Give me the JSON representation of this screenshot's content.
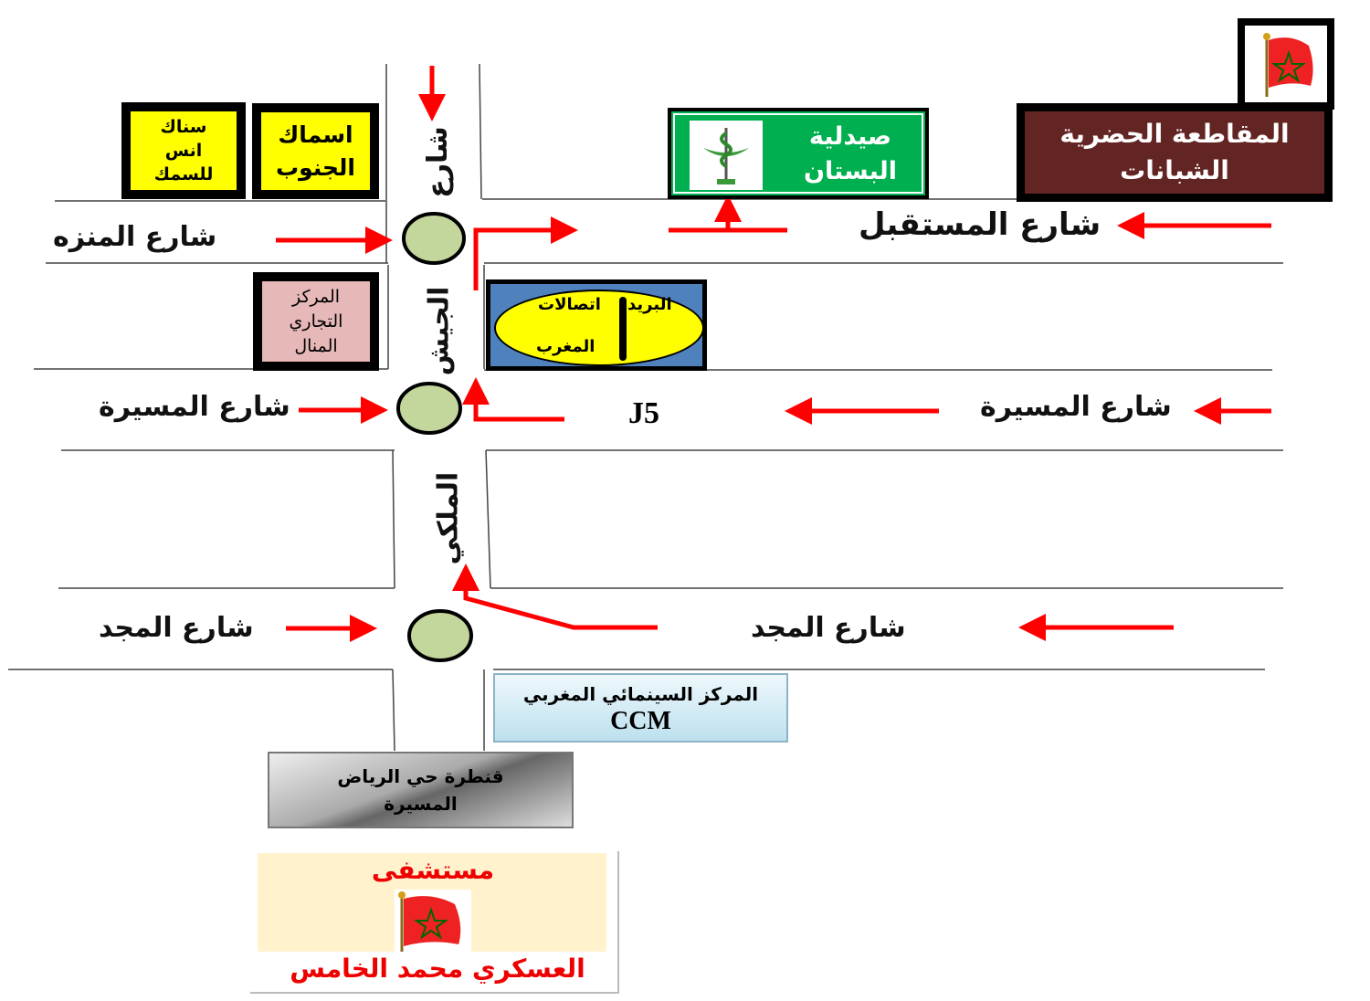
{
  "streets": {
    "almanzah": "شارع المنزه",
    "almustaqbal": "شارع المستقبل",
    "almassira_west": "شارع المسيرة",
    "almassira_east": "شارع المسيرة",
    "almajd_west": "شارع المجد",
    "almajd_east": "شارع المجد",
    "army_part1": "شارع",
    "army_part2": "الجيش",
    "army_part3": "الملكي"
  },
  "junction_label": "J5",
  "places": {
    "snack": [
      "سناك",
      "انس",
      "للسمك"
    ],
    "fish": [
      "اسماك",
      "الجنوب"
    ],
    "pharmacy": [
      "صيدلية",
      "البستان"
    ],
    "district": [
      "المقاطعة الحضرية",
      "الشبانات"
    ],
    "mall": [
      "المركز",
      "التجاري",
      "المنال"
    ],
    "post": "البريد",
    "telecom": [
      "اتصالات",
      "المغرب"
    ],
    "ccm": [
      "المركز السينمائي المغربي",
      "CCM"
    ],
    "bridge": [
      "قنطرة حي الرياض",
      "المسيرة"
    ],
    "hospital": [
      "مستشفى",
      "العسكري محمد الخامس"
    ]
  },
  "colors": {
    "arrow": "#ff0000",
    "yellow": "#ffff00",
    "pharmacy": "#00b050",
    "district": "#632523",
    "mall": "#e6b8b7",
    "post_bg": "#4f81bd",
    "roundabout": "#c3d69b",
    "hospital_bg": "#fff2cc"
  }
}
